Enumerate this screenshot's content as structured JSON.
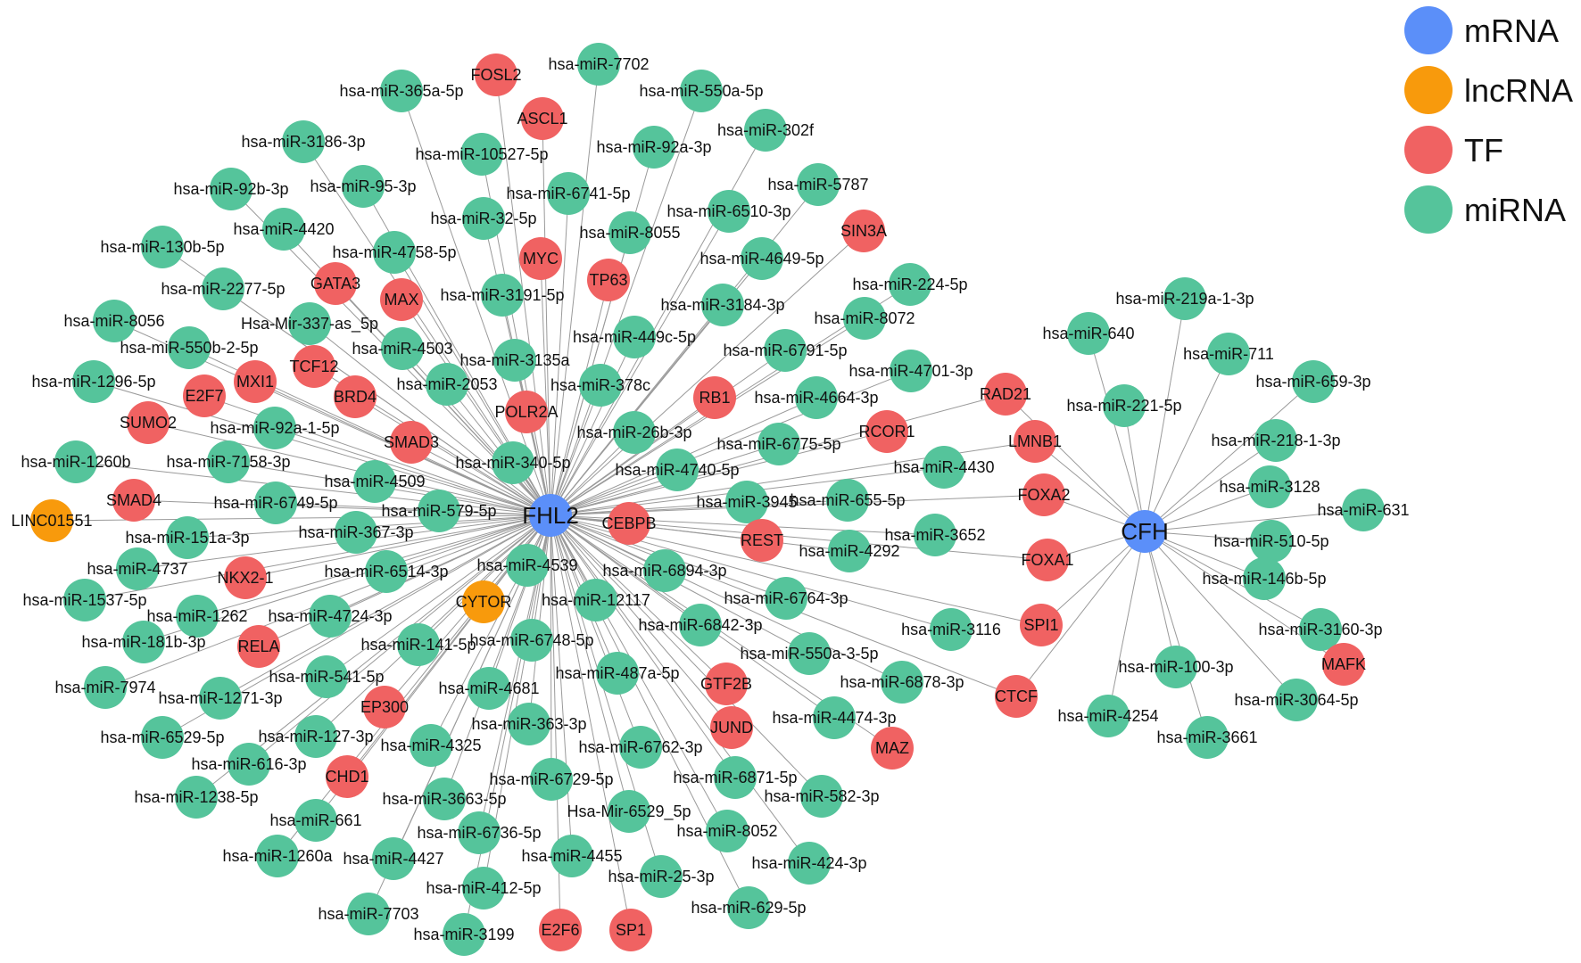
{
  "colors": {
    "mRNA": "#5b8ff9",
    "lncRNA": "#f89a0c",
    "TF": "#f06262",
    "miRNA": "#55c49b"
  },
  "legend": [
    {
      "label": "mRNA",
      "type": "mRNA"
    },
    {
      "label": "lncRNA",
      "type": "lncRNA"
    },
    {
      "label": "TF",
      "type": "TF"
    },
    {
      "label": "miRNA",
      "type": "miRNA"
    }
  ],
  "hubs": [
    {
      "id": "FHL2",
      "label": "FHL2",
      "type": "mRNA"
    },
    {
      "id": "CFH",
      "label": "CFH",
      "type": "mRNA"
    }
  ],
  "shared_nodes": [
    {
      "label": "RAD21",
      "type": "TF"
    },
    {
      "label": "LMNB1",
      "type": "TF"
    },
    {
      "label": "FOXA2",
      "type": "TF"
    },
    {
      "label": "FOXA1",
      "type": "TF"
    },
    {
      "label": "SPI1",
      "type": "TF"
    },
    {
      "label": "CTCF",
      "type": "TF"
    }
  ],
  "fhl2_nodes": [
    {
      "label": "FOSL2",
      "type": "TF"
    },
    {
      "label": "hsa-miR-7702",
      "type": "miRNA"
    },
    {
      "label": "hsa-miR-365a-5p",
      "type": "miRNA"
    },
    {
      "label": "hsa-miR-550a-5p",
      "type": "miRNA"
    },
    {
      "label": "ASCL1",
      "type": "TF"
    },
    {
      "label": "hsa-miR-302f",
      "type": "miRNA"
    },
    {
      "label": "hsa-miR-3186-3p",
      "type": "miRNA"
    },
    {
      "label": "hsa-miR-10527-5p",
      "type": "miRNA"
    },
    {
      "label": "hsa-miR-92a-3p",
      "type": "miRNA"
    },
    {
      "label": "hsa-miR-92b-3p",
      "type": "miRNA"
    },
    {
      "label": "hsa-miR-95-3p",
      "type": "miRNA"
    },
    {
      "label": "hsa-miR-6741-5p",
      "type": "miRNA"
    },
    {
      "label": "hsa-miR-5787",
      "type": "miRNA"
    },
    {
      "label": "hsa-miR-4420",
      "type": "miRNA"
    },
    {
      "label": "hsa-miR-32-5p",
      "type": "miRNA"
    },
    {
      "label": "hsa-miR-6510-3p",
      "type": "miRNA"
    },
    {
      "label": "hsa-miR-8055",
      "type": "miRNA"
    },
    {
      "label": "SIN3A",
      "type": "TF"
    },
    {
      "label": "hsa-miR-130b-5p",
      "type": "miRNA"
    },
    {
      "label": "hsa-miR-4758-5p",
      "type": "miRNA"
    },
    {
      "label": "MYC",
      "type": "TF"
    },
    {
      "label": "hsa-miR-4649-5p",
      "type": "miRNA"
    },
    {
      "label": "hsa-miR-2277-5p",
      "type": "miRNA"
    },
    {
      "label": "GATA3",
      "type": "TF"
    },
    {
      "label": "TP63",
      "type": "TF"
    },
    {
      "label": "hsa-miR-224-5p",
      "type": "miRNA"
    },
    {
      "label": "MAX",
      "type": "TF"
    },
    {
      "label": "hsa-miR-3191-5p",
      "type": "miRNA"
    },
    {
      "label": "hsa-miR-3184-3p",
      "type": "miRNA"
    },
    {
      "label": "hsa-miR-8056",
      "type": "miRNA"
    },
    {
      "label": "Hsa-Mir-337-as_5p",
      "type": "miRNA"
    },
    {
      "label": "hsa-miR-8072",
      "type": "miRNA"
    },
    {
      "label": "hsa-miR-550b-2-5p",
      "type": "miRNA"
    },
    {
      "label": "hsa-miR-4503",
      "type": "miRNA"
    },
    {
      "label": "hsa-miR-449c-5p",
      "type": "miRNA"
    },
    {
      "label": "TCF12",
      "type": "TF"
    },
    {
      "label": "hsa-miR-3135a",
      "type": "miRNA"
    },
    {
      "label": "hsa-miR-6791-5p",
      "type": "miRNA"
    },
    {
      "label": "hsa-miR-1296-5p",
      "type": "miRNA"
    },
    {
      "label": "MXI1",
      "type": "TF"
    },
    {
      "label": "hsa-miR-4701-3p",
      "type": "miRNA"
    },
    {
      "label": "E2F7",
      "type": "TF"
    },
    {
      "label": "hsa-miR-2053",
      "type": "miRNA"
    },
    {
      "label": "hsa-miR-378c",
      "type": "miRNA"
    },
    {
      "label": "BRD4",
      "type": "TF"
    },
    {
      "label": "RB1",
      "type": "TF"
    },
    {
      "label": "hsa-miR-4664-3p",
      "type": "miRNA"
    },
    {
      "label": "POLR2A",
      "type": "TF"
    },
    {
      "label": "SUMO2",
      "type": "TF"
    },
    {
      "label": "hsa-miR-92a-1-5p",
      "type": "miRNA"
    },
    {
      "label": "RCOR1",
      "type": "TF"
    },
    {
      "label": "hsa-miR-26b-3p",
      "type": "miRNA"
    },
    {
      "label": "SMAD3",
      "type": "TF"
    },
    {
      "label": "hsa-miR-6775-5p",
      "type": "miRNA"
    },
    {
      "label": "hsa-miR-1260b",
      "type": "miRNA"
    },
    {
      "label": "hsa-miR-7158-3p",
      "type": "miRNA"
    },
    {
      "label": "hsa-miR-340-5p",
      "type": "miRNA"
    },
    {
      "label": "hsa-miR-4740-5p",
      "type": "miRNA"
    },
    {
      "label": "hsa-miR-4430",
      "type": "miRNA"
    },
    {
      "label": "hsa-miR-4509",
      "type": "miRNA"
    },
    {
      "label": "SMAD4",
      "type": "TF"
    },
    {
      "label": "hsa-miR-6749-5p",
      "type": "miRNA"
    },
    {
      "label": "hsa-miR-3945",
      "type": "miRNA"
    },
    {
      "label": "hsa-miR-655-5p",
      "type": "miRNA"
    },
    {
      "label": "LINC01551",
      "type": "lncRNA"
    },
    {
      "label": "hsa-miR-579-5p",
      "type": "miRNA"
    },
    {
      "label": "CEBPB",
      "type": "TF"
    },
    {
      "label": "hsa-miR-151a-3p",
      "type": "miRNA"
    },
    {
      "label": "hsa-miR-367-3p",
      "type": "miRNA"
    },
    {
      "label": "REST",
      "type": "TF"
    },
    {
      "label": "hsa-miR-3652",
      "type": "miRNA"
    },
    {
      "label": "hsa-miR-4737",
      "type": "miRNA"
    },
    {
      "label": "hsa-miR-4539",
      "type": "miRNA"
    },
    {
      "label": "hsa-miR-4292",
      "type": "miRNA"
    },
    {
      "label": "NKX2-1",
      "type": "TF"
    },
    {
      "label": "hsa-miR-6514-3p",
      "type": "miRNA"
    },
    {
      "label": "hsa-miR-6894-3p",
      "type": "miRNA"
    },
    {
      "label": "hsa-miR-1537-5p",
      "type": "miRNA"
    },
    {
      "label": "CYTOR",
      "type": "lncRNA"
    },
    {
      "label": "hsa-miR-12117",
      "type": "miRNA"
    },
    {
      "label": "hsa-miR-6764-3p",
      "type": "miRNA"
    },
    {
      "label": "hsa-miR-1262",
      "type": "miRNA"
    },
    {
      "label": "hsa-miR-4724-3p",
      "type": "miRNA"
    },
    {
      "label": "hsa-miR-3116",
      "type": "miRNA"
    },
    {
      "label": "hsa-miR-181b-3p",
      "type": "miRNA"
    },
    {
      "label": "RELA",
      "type": "TF"
    },
    {
      "label": "hsa-miR-6842-3p",
      "type": "miRNA"
    },
    {
      "label": "hsa-miR-141-5p",
      "type": "miRNA"
    },
    {
      "label": "hsa-miR-6748-5p",
      "type": "miRNA"
    },
    {
      "label": "hsa-miR-550a-3-5p",
      "type": "miRNA"
    },
    {
      "label": "hsa-miR-7974",
      "type": "miRNA"
    },
    {
      "label": "hsa-miR-541-5p",
      "type": "miRNA"
    },
    {
      "label": "hsa-miR-487a-5p",
      "type": "miRNA"
    },
    {
      "label": "GTF2B",
      "type": "TF"
    },
    {
      "label": "hsa-miR-6878-3p",
      "type": "miRNA"
    },
    {
      "label": "hsa-miR-1271-3p",
      "type": "miRNA"
    },
    {
      "label": "hsa-miR-4681",
      "type": "miRNA"
    },
    {
      "label": "EP300",
      "type": "TF"
    },
    {
      "label": "hsa-miR-6529-5p",
      "type": "miRNA"
    },
    {
      "label": "hsa-miR-127-3p",
      "type": "miRNA"
    },
    {
      "label": "hsa-miR-363-3p",
      "type": "miRNA"
    },
    {
      "label": "JUND",
      "type": "TF"
    },
    {
      "label": "hsa-miR-4474-3p",
      "type": "miRNA"
    },
    {
      "label": "hsa-miR-4325",
      "type": "miRNA"
    },
    {
      "label": "hsa-miR-6762-3p",
      "type": "miRNA"
    },
    {
      "label": "MAZ",
      "type": "TF"
    },
    {
      "label": "hsa-miR-616-3p",
      "type": "miRNA"
    },
    {
      "label": "CHD1",
      "type": "TF"
    },
    {
      "label": "hsa-miR-6729-5p",
      "type": "miRNA"
    },
    {
      "label": "hsa-miR-6871-5p",
      "type": "miRNA"
    },
    {
      "label": "hsa-miR-1238-5p",
      "type": "miRNA"
    },
    {
      "label": "hsa-miR-3663-5p",
      "type": "miRNA"
    },
    {
      "label": "hsa-miR-582-3p",
      "type": "miRNA"
    },
    {
      "label": "Hsa-Mir-6529_5p",
      "type": "miRNA"
    },
    {
      "label": "hsa-miR-661",
      "type": "miRNA"
    },
    {
      "label": "hsa-miR-6736-5p",
      "type": "miRNA"
    },
    {
      "label": "hsa-miR-8052",
      "type": "miRNA"
    },
    {
      "label": "hsa-miR-1260a",
      "type": "miRNA"
    },
    {
      "label": "hsa-miR-4427",
      "type": "miRNA"
    },
    {
      "label": "hsa-miR-4455",
      "type": "miRNA"
    },
    {
      "label": "hsa-miR-424-3p",
      "type": "miRNA"
    },
    {
      "label": "hsa-miR-25-3p",
      "type": "miRNA"
    },
    {
      "label": "hsa-miR-412-5p",
      "type": "miRNA"
    },
    {
      "label": "hsa-miR-7703",
      "type": "miRNA"
    },
    {
      "label": "hsa-miR-629-5p",
      "type": "miRNA"
    },
    {
      "label": "hsa-miR-3199",
      "type": "miRNA"
    },
    {
      "label": "E2F6",
      "type": "TF"
    },
    {
      "label": "SP1",
      "type": "TF"
    }
  ],
  "cfh_nodes": [
    {
      "label": "hsa-miR-219a-1-3p",
      "type": "miRNA"
    },
    {
      "label": "hsa-miR-640",
      "type": "miRNA"
    },
    {
      "label": "hsa-miR-711",
      "type": "miRNA"
    },
    {
      "label": "hsa-miR-659-3p",
      "type": "miRNA"
    },
    {
      "label": "hsa-miR-221-5p",
      "type": "miRNA"
    },
    {
      "label": "hsa-miR-218-1-3p",
      "type": "miRNA"
    },
    {
      "label": "hsa-miR-3128",
      "type": "miRNA"
    },
    {
      "label": "hsa-miR-631",
      "type": "miRNA"
    },
    {
      "label": "hsa-miR-510-5p",
      "type": "miRNA"
    },
    {
      "label": "hsa-miR-146b-5p",
      "type": "miRNA"
    },
    {
      "label": "hsa-miR-3160-3p",
      "type": "miRNA"
    },
    {
      "label": "MAFK",
      "type": "TF"
    },
    {
      "label": "hsa-miR-100-3p",
      "type": "miRNA"
    },
    {
      "label": "hsa-miR-3064-5p",
      "type": "miRNA"
    },
    {
      "label": "hsa-miR-4254",
      "type": "miRNA"
    },
    {
      "label": "hsa-miR-3661",
      "type": "miRNA"
    }
  ]
}
